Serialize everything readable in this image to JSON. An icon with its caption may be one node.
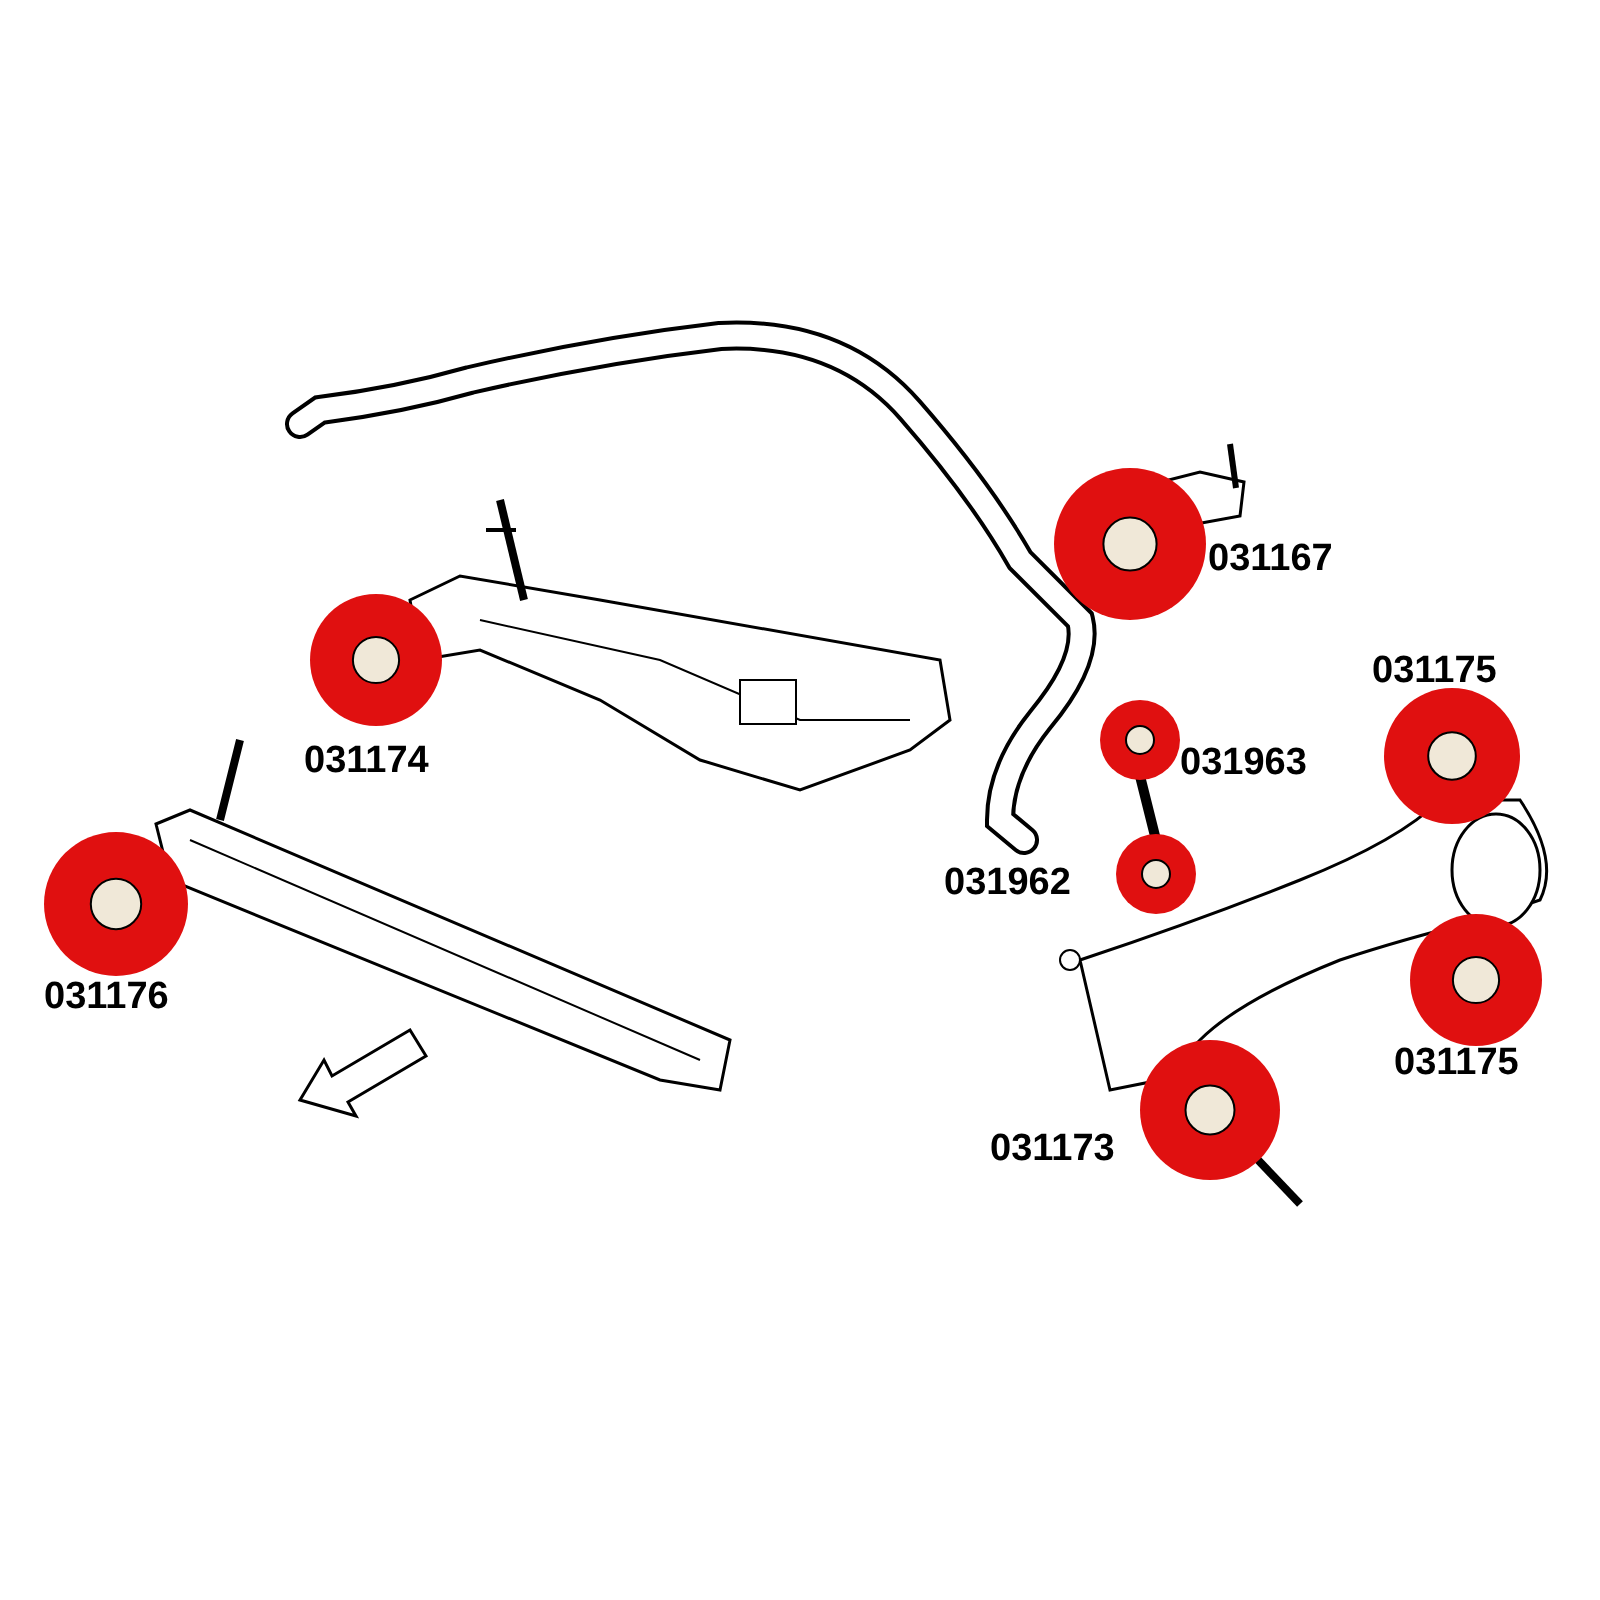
{
  "diagram": {
    "labels": [
      "031167",
      "031175",
      "031174",
      "031963",
      "031962",
      "031176",
      "031175",
      "031173"
    ]
  }
}
